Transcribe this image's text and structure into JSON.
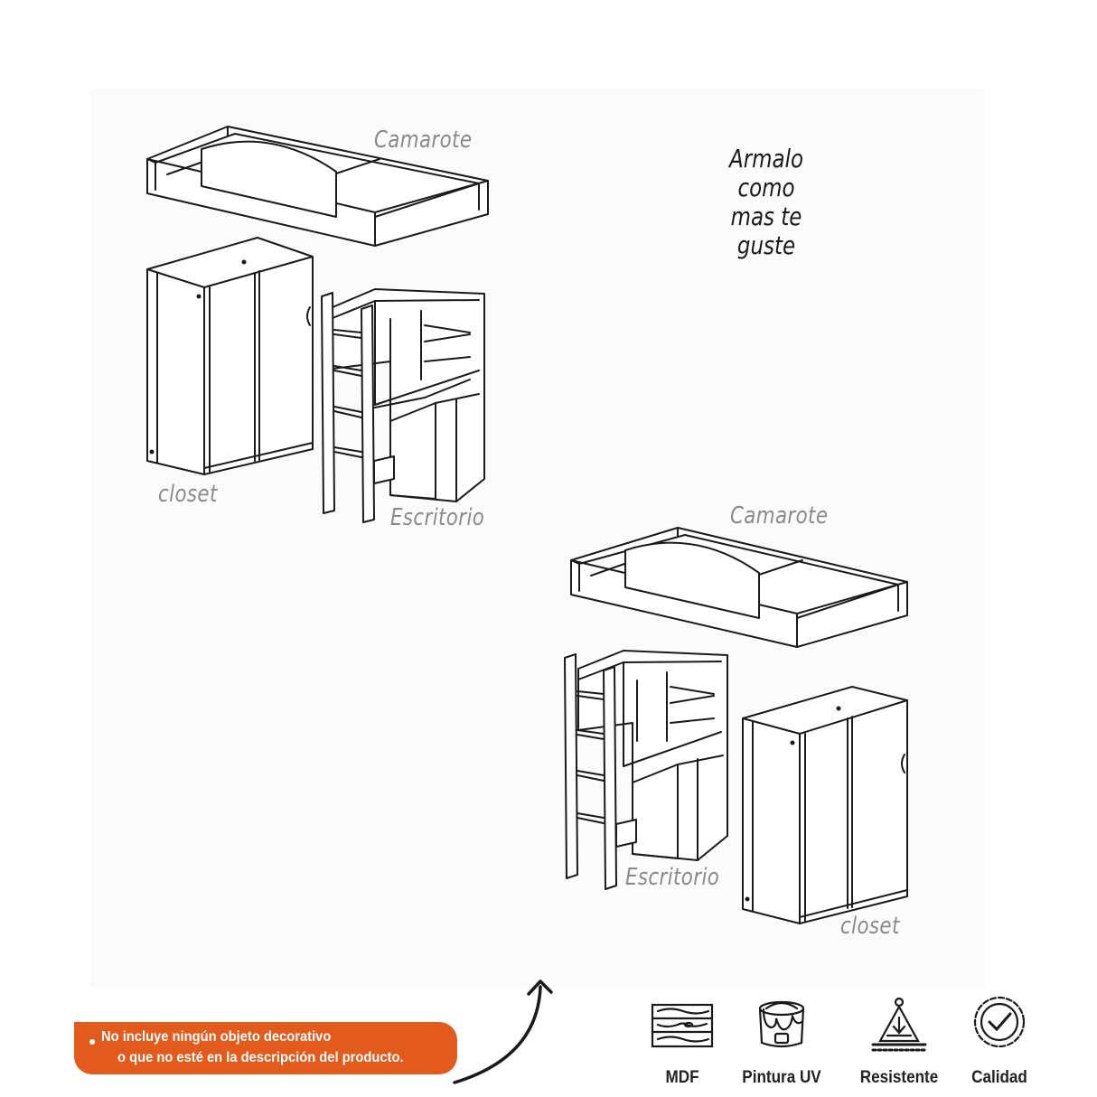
{
  "labels": {
    "camarote_top": "Camarote",
    "closet_top": "closet",
    "escritorio_top": "Escritorio",
    "camarote_bottom": "Camarote",
    "escritorio_bottom": "Escritorio",
    "closet_bottom": "closet"
  },
  "motto": {
    "line1": "Armalo como",
    "line2": "mas te guste"
  },
  "note": {
    "line1": "No incluye ningún objeto decorativo",
    "line2": "o que no esté en la descripción del producto."
  },
  "features": [
    {
      "label": "MDF",
      "icon": "wood-grain-icon"
    },
    {
      "label": "Pintura UV",
      "icon": "paint-bucket-icon"
    },
    {
      "label": "Resistente",
      "icon": "weight-resistance-icon"
    },
    {
      "label": "Calidad",
      "icon": "quality-badge-icon"
    }
  ],
  "colors": {
    "accent": "#e25a1c",
    "line": "#1a1a1a",
    "label": "#8a8a8a"
  }
}
